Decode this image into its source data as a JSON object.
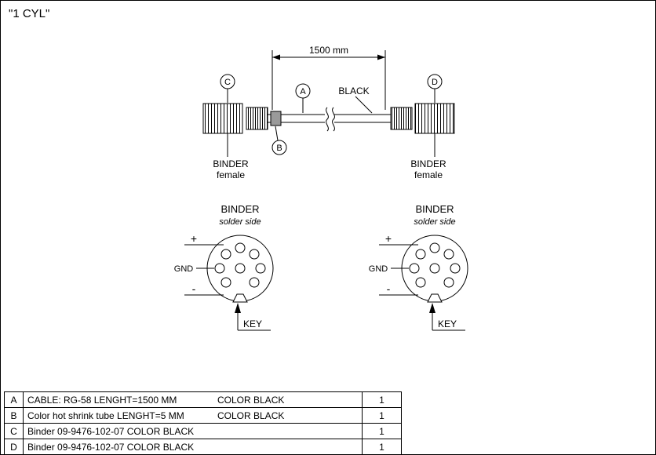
{
  "title": "\"1 CYL\"",
  "diagram": {
    "dimension_label": "1500 mm",
    "cable_color_label": "BLACK",
    "callout_a": "A",
    "callout_b": "B",
    "callout_c": "C",
    "callout_d": "D",
    "left_connector": {
      "name": "BINDER",
      "type": "female"
    },
    "right_connector": {
      "name": "BINDER",
      "type": "female"
    }
  },
  "pinout": {
    "title": "BINDER",
    "subtitle": "solder side",
    "plus_label": "+",
    "gnd_label": "GND",
    "minus_label": "-",
    "key_label": "KEY"
  },
  "parts_table": {
    "rows": [
      {
        "ref": "A",
        "description": "CABLE: RG-58 LENGHT=1500 MM",
        "color": "COLOR BLACK",
        "qty": "1"
      },
      {
        "ref": "B",
        "description": "Color hot shrink tube  LENGHT=5 MM",
        "color": "COLOR BLACK",
        "qty": "1"
      },
      {
        "ref": "C",
        "description": "Binder 09-9476-102-07 COLOR BLACK",
        "color": "",
        "qty": "1"
      },
      {
        "ref": "D",
        "description": "Binder 09-9476-102-07 COLOR BLACK",
        "color": "",
        "qty": "1"
      }
    ]
  }
}
